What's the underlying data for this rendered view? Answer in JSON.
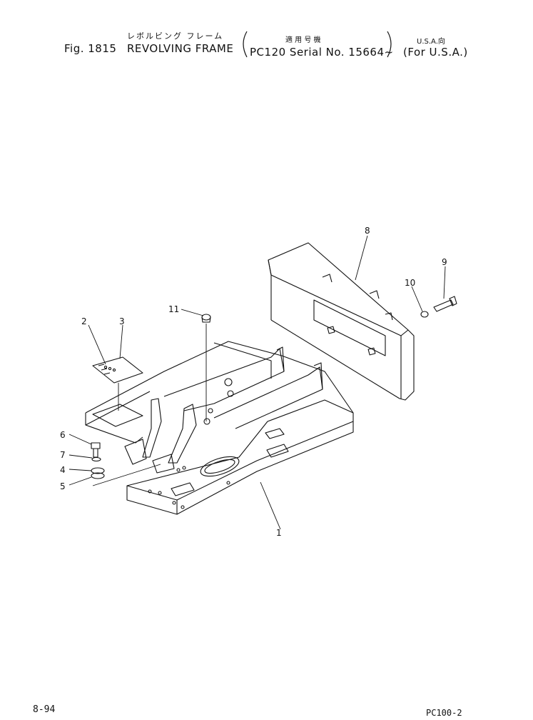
{
  "header": {
    "jp_title": "レボルビング フレーム",
    "fig_label": "Fig. 1815",
    "en_title": "REVOLVING FRAME",
    "jp_applicable": "適 用 号 機",
    "serial": "PC120 Serial No. 15664~",
    "jp_usa": "U.S.A.向",
    "for_usa": "(For U.S.A.)"
  },
  "callouts": [
    "1",
    "2",
    "3",
    "4",
    "5",
    "6",
    "7",
    "8",
    "9",
    "10",
    "11"
  ],
  "footer": {
    "page": "8-94",
    "model": "PC100-2"
  }
}
